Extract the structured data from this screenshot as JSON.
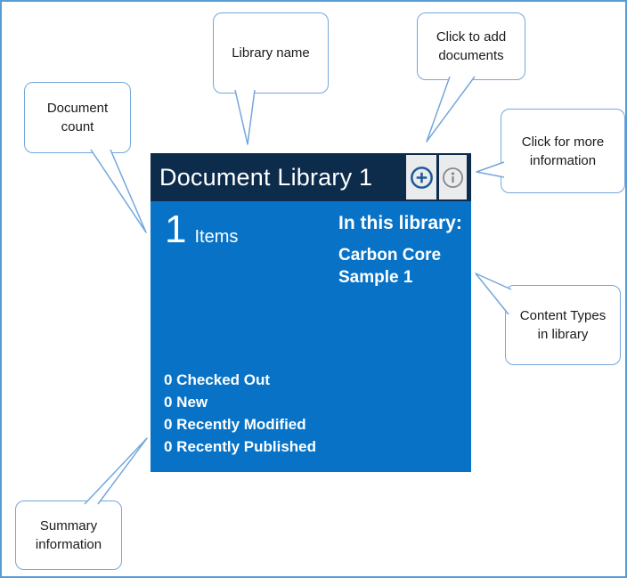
{
  "theme": {
    "frame_border": "#5b9bd5",
    "callout_border": "#74a7dc",
    "tile_header_bg": "#0d2c4c",
    "tile_body_bg": "#0873c6",
    "button_bg": "#e9ebed",
    "add_icon_color": "#1e5a9a",
    "info_icon_color": "#83878b",
    "tile_text": "#ffffff",
    "callout_text": "#1a1a1a"
  },
  "tile": {
    "title": "Document Library 1",
    "count": "1",
    "count_label": "Items",
    "in_library_heading": "In this library:",
    "content_types": [
      "Carbon Core",
      "Sample 1"
    ],
    "summary": [
      "0 Checked Out",
      "0 New",
      "0 Recently Modified",
      "0 Recently Published"
    ],
    "add_icon": "plus-circle",
    "info_icon": "info-circle"
  },
  "callouts": [
    {
      "id": "document-count",
      "lines": [
        "Document",
        "count"
      ]
    },
    {
      "id": "library-name",
      "lines": [
        "Library name"
      ]
    },
    {
      "id": "add-documents",
      "lines": [
        "Click to add",
        "documents"
      ]
    },
    {
      "id": "more-information",
      "lines": [
        "Click for more",
        "information"
      ]
    },
    {
      "id": "content-types",
      "lines": [
        "Content Types",
        "in library"
      ]
    },
    {
      "id": "summary-information",
      "lines": [
        "Summary",
        "information"
      ]
    }
  ]
}
